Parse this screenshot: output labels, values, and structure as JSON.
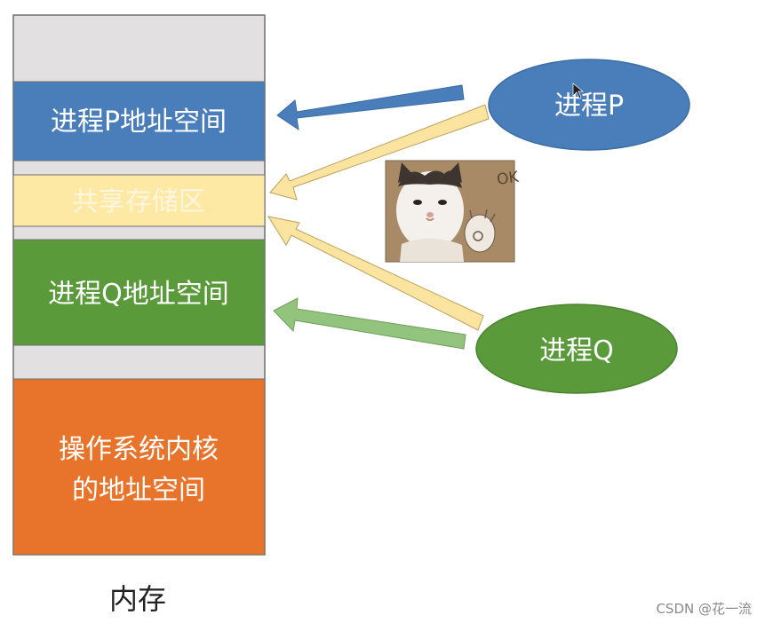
{
  "memory": {
    "caption": "内存",
    "segments": {
      "process_p": "进程P地址空间",
      "shared": "共享存储区",
      "process_q": "进程Q地址空间",
      "kernel_line1": "操作系统内核",
      "kernel_line2": "的地址空间"
    }
  },
  "processes": {
    "p": "进程P",
    "q": "进程Q"
  },
  "sticker": {
    "text": "OK"
  },
  "watermark": "CSDN @花一流",
  "colors": {
    "blue": "#4a7ebb",
    "green": "#5a9a3b",
    "yellow": "#fde9a4",
    "orange": "#e8742b",
    "gray": "#e2e0e0",
    "arrow_yellow": "#fbe3a0",
    "arrow_green": "#93c47d"
  }
}
